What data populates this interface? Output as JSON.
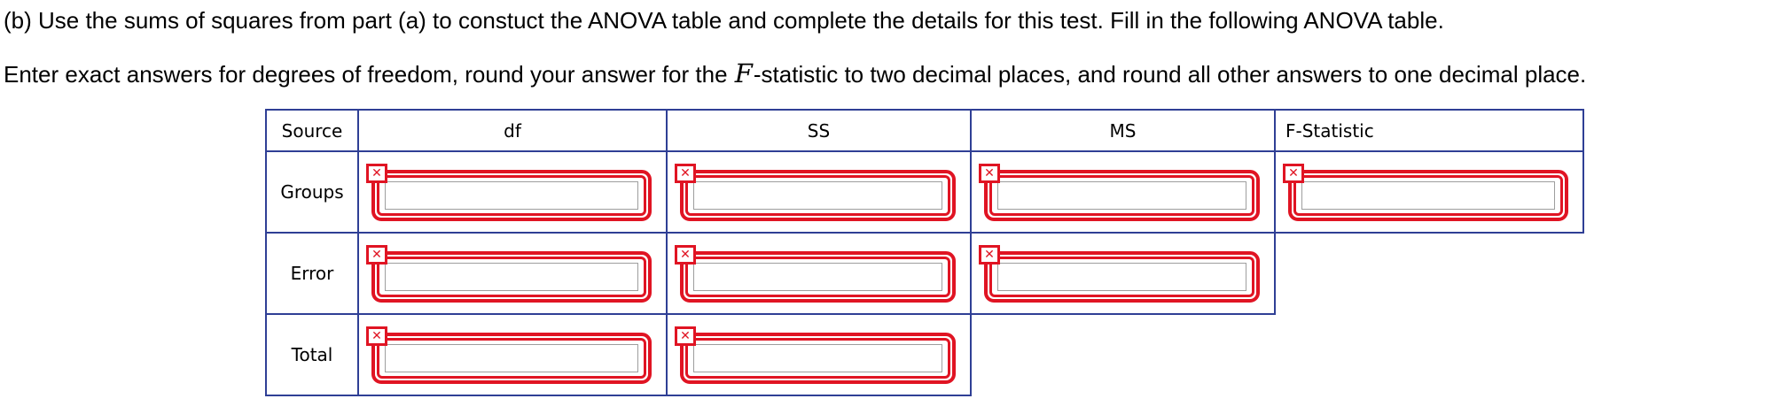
{
  "question": {
    "part_line": "(b) Use the sums of squares from part (a) to constuct the ANOVA table and complete the details for this test. Fill in the following ANOVA table.",
    "instruction_before_f": "Enter exact answers for degrees of freedom, round your answer for the ",
    "f_symbol": "F",
    "instruction_after_f": "-statistic to two decimal places, and round all other answers to one decimal place."
  },
  "anova_table": {
    "headers": {
      "source": "Source",
      "df": "df",
      "ss": "SS",
      "ms": "MS",
      "f_statistic": "F-Statistic"
    },
    "rows": [
      {
        "label": "Groups",
        "cells": [
          {
            "column": "df",
            "value": "",
            "status": "incorrect"
          },
          {
            "column": "SS",
            "value": "",
            "status": "incorrect"
          },
          {
            "column": "MS",
            "value": "",
            "status": "incorrect"
          },
          {
            "column": "F-Statistic",
            "value": "",
            "status": "incorrect"
          }
        ]
      },
      {
        "label": "Error",
        "cells": [
          {
            "column": "df",
            "value": "",
            "status": "incorrect"
          },
          {
            "column": "SS",
            "value": "",
            "status": "incorrect"
          },
          {
            "column": "MS",
            "value": "",
            "status": "incorrect"
          }
        ]
      },
      {
        "label": "Total",
        "cells": [
          {
            "column": "df",
            "value": "",
            "status": "incorrect"
          },
          {
            "column": "SS",
            "value": "",
            "status": "incorrect"
          }
        ]
      }
    ]
  },
  "icons": {
    "incorrect_mark": "✕"
  },
  "colors": {
    "table_border": "#2f3f95",
    "incorrect_red": "#e01423",
    "input_border": "#9e9e9e"
  }
}
